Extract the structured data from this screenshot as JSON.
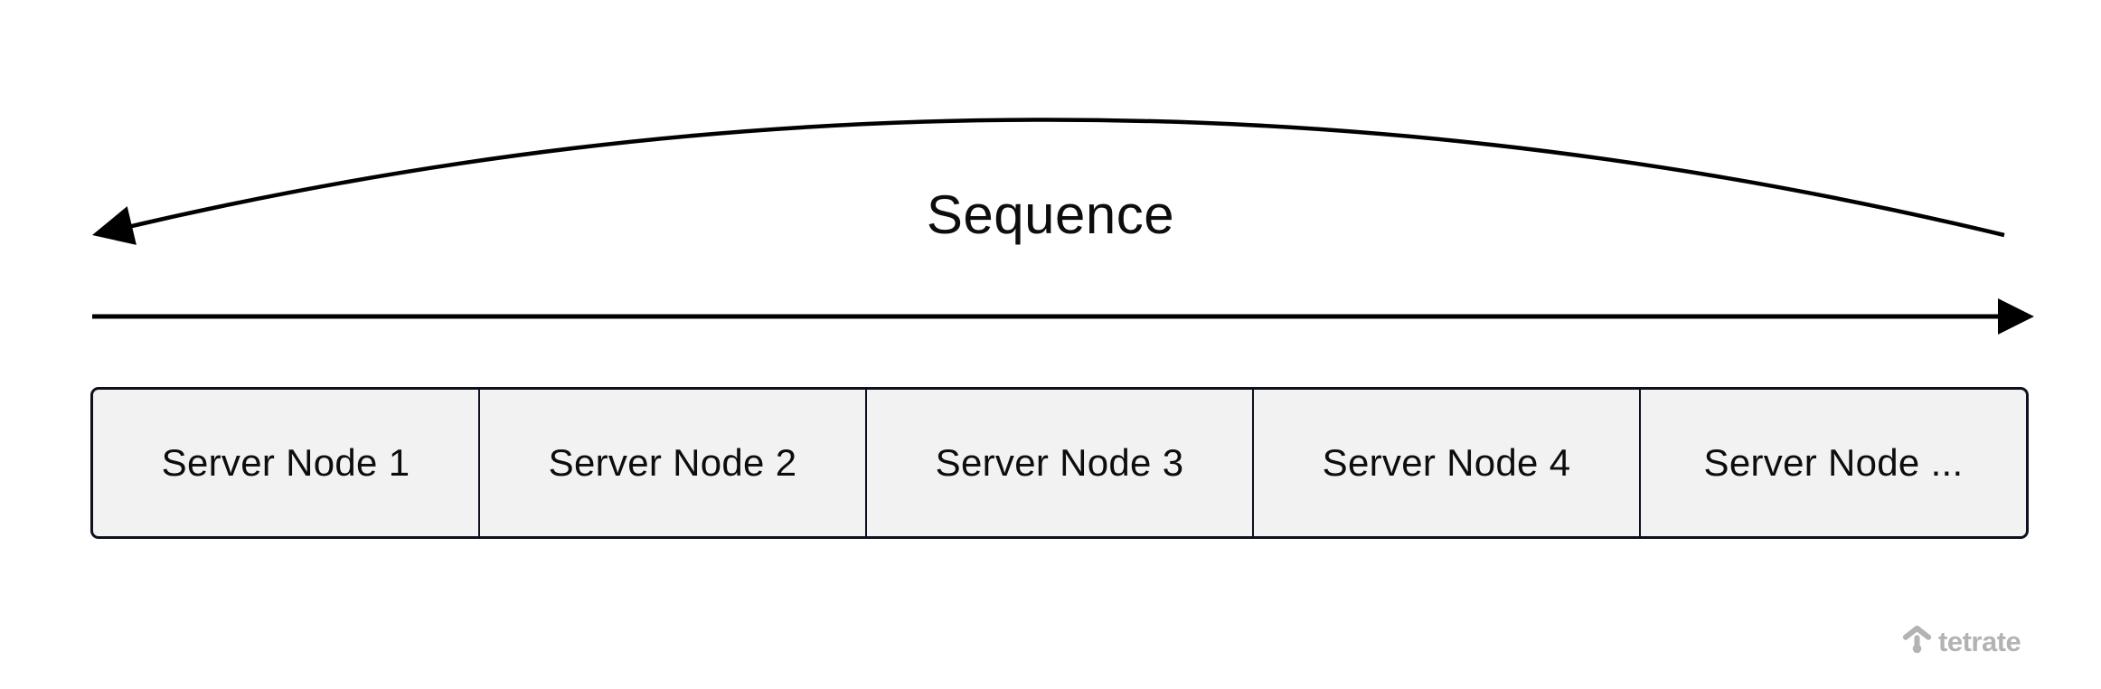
{
  "diagram": {
    "sequence_label": "Sequence",
    "nodes": [
      {
        "label": "Server Node 1"
      },
      {
        "label": "Server Node 2"
      },
      {
        "label": "Server Node 3"
      },
      {
        "label": "Server Node 4"
      },
      {
        "label": "Server Node ..."
      }
    ]
  },
  "footer": {
    "brand": "tetrate"
  },
  "colors": {
    "background": "#ffffff",
    "arrow": "#000000",
    "box_fill": "#f2f2f2",
    "box_border": "#0c101f",
    "text": "#0d0d0d",
    "brand_gray": "#b3b3b3"
  }
}
